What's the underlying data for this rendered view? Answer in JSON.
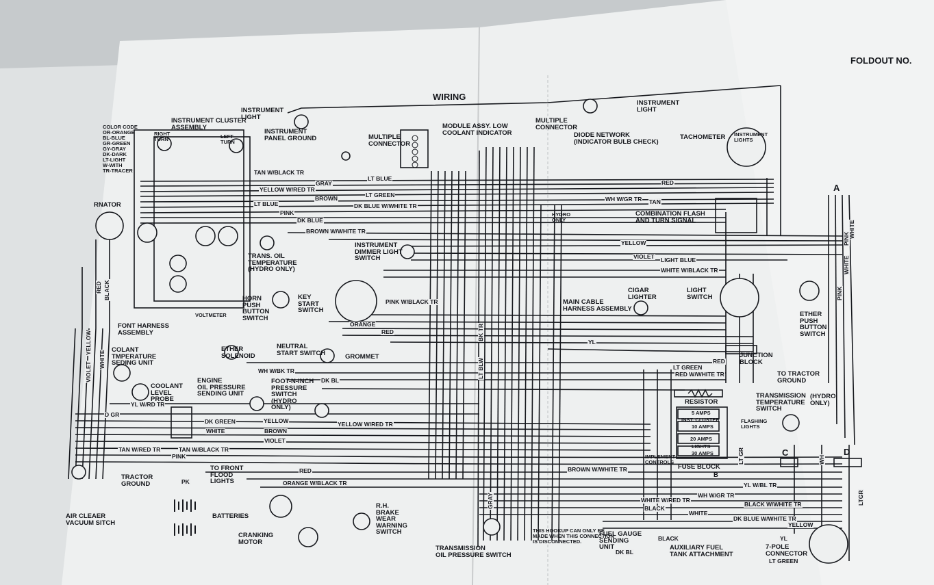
{
  "page": {
    "title": "WIRING",
    "foldout": "FOLDOUT NO."
  },
  "legend": {
    "title": "COLOR CODE",
    "items": [
      "OR-ORANGE",
      "BL-BLUE",
      "GR-GREEN",
      "GY-GRAY",
      "DK-DARK",
      "LT-LIGHT",
      "W-WITH",
      "TR-TRACER"
    ]
  },
  "components": {
    "instrument_light_left": "INSTRUMENT\nLIGHT",
    "instrument_light_right": "INSTRUMENT\nLIGHT",
    "instrument_cluster": "INSTRUMENT CLUSTER\nASSEMBLY",
    "right_turn": "RIGHT\nTURN",
    "left_turn": "LEFT\nTURN",
    "instrument_panel_ground": "INSTRUMENT\nPANEL GROUND",
    "multiple_connector": "MULTIPLE\nCONNECTOR",
    "module_assy": "MODULE ASSY. LOW\nCOOLANT INDICATOR",
    "multiple_connector_2": "MULTIPLE\nCONNECTOR",
    "diode_network": "DIODE NETWORK\n(INDICATOR BULB CHECK)",
    "tachometer": "TACHOMETER",
    "instrument_lights": "INSTRUMENT\nLIGHTS",
    "combination_flash": "COMBINATION FLASH\nAND TURN SIGNAL",
    "hydro_only": "HYDRO\nONLY",
    "instrument_dimmer": "INSTRUMENT\nDIMMER LIGHT\nSWITCH",
    "trans_oil_temp": "TRANS. OIL\nTEMPERATURE\n(HYDRO ONLY)",
    "horn_push": "HORN\nPUSH\nBUTTON\nSWITCH",
    "key_start": "KEY\nSTART\nSWITCH",
    "main_cable": "MAIN CABLE\nHARNESS ASSEMBLY",
    "cigar_lighter": "CIGAR\nLIGHTER",
    "light_switch": "LIGHT\nSWITCH",
    "ether_push": "ETHER\nPUSH\nBUTTON\nSWITCH",
    "front_harness": "FONT HARNESS\nASSEMBLY",
    "coolant_temp": "COLANT\nTMPERATURE\nSEDING UNIT",
    "ether_solenoid": "ETHER\nSOLENOID",
    "neutral_start": "NEUTRAL\nSTART SWITCH",
    "grommet": "GROMMET",
    "coolant_level": "COOLANT\nLEVEL\nPROBE",
    "engine_oil": "ENGINE\nOIL PRESSURE\nSENDING UNIT",
    "foot_n_inch": "FOOT-N-INCH\nPRESSURE\nSWITCH\n(HYDRO\nONLY)",
    "junction_block": "JUNCTION\nBLOCK",
    "to_tractor_ground": "TO TRACTOR\nGROUND",
    "resistor": "RESISTOR",
    "trans_temp_switch": "TRANSMISSION\nTEMPERATURE\nSWITCH",
    "hydro_only_2": "(HYDRO\nONLY)",
    "flashing_lights": "FLASHING\nLIGHTS",
    "implement_controls": "IMPLEMENT\nCONTROLS",
    "fuse_block": "FUSE BLOCK",
    "tractor_ground": "TRACTOR\nGROUND",
    "to_front_flood": "TO FRONT\nFLOOD\nLIGHTS",
    "batteries": "BATTERIES",
    "cranking_motor": "CRANKING\nMOTOR",
    "rh_brake": "R.H.\nBRAKE\nWEAR\nWARNING\nSWITCH",
    "trans_oil_pressure": "TRANSMISSION\nOIL PRESSURE SWITCH",
    "air_cleaner": "AIR CLEAER\nVACUUM SITCH",
    "fuel_gauge": "FUEL GAUGE\nSENDING\nUNIT",
    "aux_fuel": "AUXILIARY FUEL\nTANK ATTACHMENT",
    "seven_pole": "7-POLE\nCONNECTOR",
    "hook_note": "THIS HOOKUP CAN ONLY BE\nMADE WHEN THIS CONNECTION\nIS DISCONNECTED.",
    "voltmeter": "VOLTMETER",
    "alternator": "RNATOR",
    "fuse_labels": [
      "5 AMPS",
      "INST. CLUSTER",
      "10 AMPS",
      "20 AMPS",
      "LIGHTS",
      "30 AMPS"
    ],
    "connector_letters": [
      "A",
      "B",
      "C",
      "D"
    ]
  },
  "wires": {
    "tan_w_black_tr": "TAN W/BLACK TR",
    "gray": "GRAY",
    "lt_blue": "LT BLUE",
    "yellow_w_red_tr": "YELLOW W/RED TR",
    "brown": "BROWN",
    "lt_green": "LT GREEN",
    "dk_blue_w_white_tr": "DK BLUE W/WHITE TR",
    "lt_blue_2": "LT BLUE",
    "pink": "PINK",
    "dk_blue": "DK BLUE",
    "red": "RED",
    "wh_w_gr_tr": "WH W/GR TR",
    "tan": "TAN",
    "yellow": "YELLOW",
    "brown_w_white_tr": "BROWN W/WHITE TR",
    "violet": "VIOLET",
    "light_blue": "LIGHT BLUE",
    "white_w_black_tr": "WHITE W/BLACK TR",
    "pink_w_black_tr": "PINK W/BLACK TR",
    "orange": "ORANGE",
    "yl": "YL",
    "wh_w_bk_tr": "WH W/BK TR",
    "dk_bl": "DK BL",
    "lt_green_2": "LT GREEN",
    "red_w_white_tr": "RED W/WHITE TR",
    "yl_w_rd_tr": "YL W/RD TR",
    "d_gr": "D GR",
    "dk_green": "DK GREEN",
    "white": "WHITE",
    "tan_w_red_tr": "TAN W/RED TR",
    "tan_w_black_tr_2": "TAN W/BLACK TR",
    "orange_w_black_tr": "ORANGE W/BLACK TR",
    "yl_w_bl_tr": "YL W/BL TR",
    "black": "BLACK",
    "white_w_red_tr": "WHITE W/RED TR",
    "black_w_white_tr": "BLACK W/WHITE TR",
    "dk_blue_w_white_tr_2": "DK BLUE W/WHITE TR",
    "yellow_w_red_tr_2": "YELLOW W/RED TR",
    "pk": "PK",
    "lt_green_3": "LT GREEN",
    "gray_v": "GRAY",
    "white_r": "WHITE",
    "pink_r": "PINK",
    "lt_bl_w": "LT BLW",
    "bk_tr": "BK TR",
    "lt_gr": "LT GR",
    "wh": "WH",
    "lt_gr_2": "LTGR",
    "yl_2": "YL",
    "black_2": "BLACK",
    "wh_w_gr_tr_2": "WH W/GR TR"
  }
}
